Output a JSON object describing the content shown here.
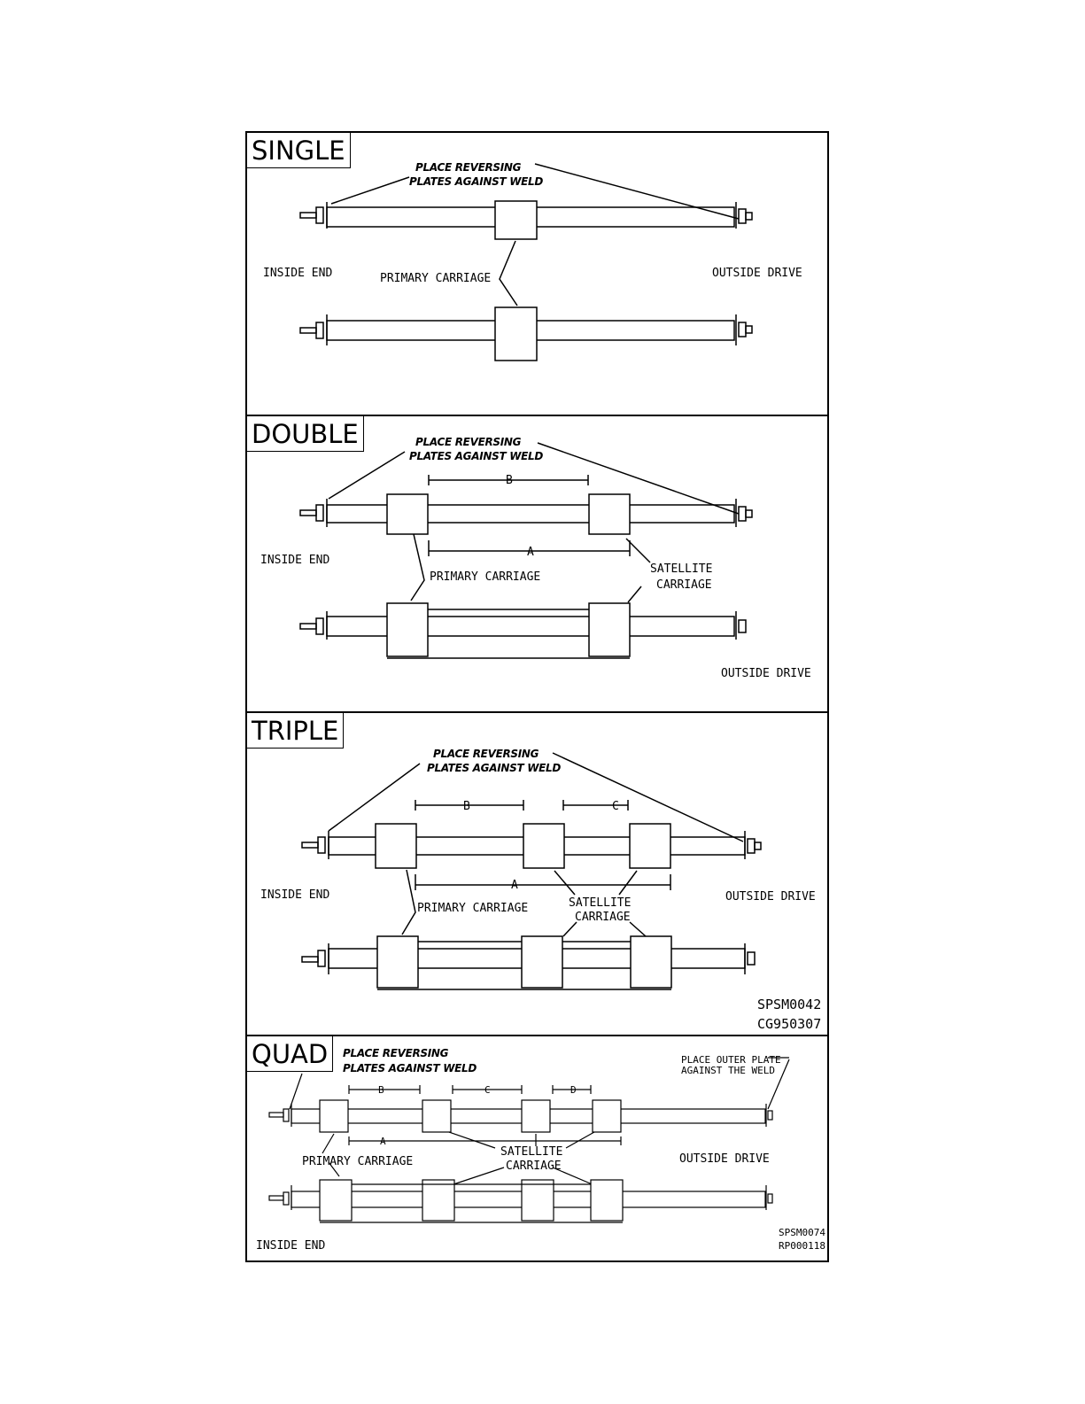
{
  "panels": {
    "single": {
      "title": "SINGLE",
      "note": [
        "PLACE REVERSING",
        "PLATES AGAINST WELD"
      ],
      "inside_end": "INSIDE END",
      "primary_carriage": "PRIMARY CARRIAGE",
      "outside_drive": "OUTSIDE DRIVE"
    },
    "double": {
      "title": "DOUBLE",
      "note": [
        "PLACE REVERSING",
        "PLATES AGAINST WELD"
      ],
      "inside_end": "INSIDE END",
      "primary_carriage": "PRIMARY CARRIAGE",
      "satellite_carriage": [
        "SATELLITE",
        "CARRIAGE"
      ],
      "outside_drive": "OUTSIDE DRIVE",
      "dim_a": "A",
      "dim_b": "B"
    },
    "triple": {
      "title": "TRIPLE",
      "note": [
        "PLACE REVERSING",
        "PLATES AGAINST WELD"
      ],
      "inside_end": "INSIDE END",
      "primary_carriage": "PRIMARY CARRIAGE",
      "satellite_carriage": [
        "SATELLITE",
        "CARRIAGE"
      ],
      "outside_drive": "OUTSIDE DRIVE",
      "dim_a": "A",
      "dim_b": "B",
      "dim_c": "C",
      "code1": "SPSM0042",
      "code2": "CG950307"
    },
    "quad": {
      "title": "QUAD",
      "note": [
        "PLACE REVERSING",
        "PLATES AGAINST WELD"
      ],
      "outer_note": [
        "PLACE OUTER PLATE",
        "AGAINST THE WELD"
      ],
      "inside_end": "INSIDE END",
      "primary_carriage": "PRIMARY CARRIAGE",
      "satellite_carriage": [
        "SATELLITE",
        "CARRIAGE"
      ],
      "outside_drive": "OUTSIDE DRIVE",
      "dim_a": "A",
      "dim_b": "B",
      "dim_c": "C",
      "dim_d": "D",
      "code1": "SPSM0074",
      "code2": "RP000118"
    }
  }
}
